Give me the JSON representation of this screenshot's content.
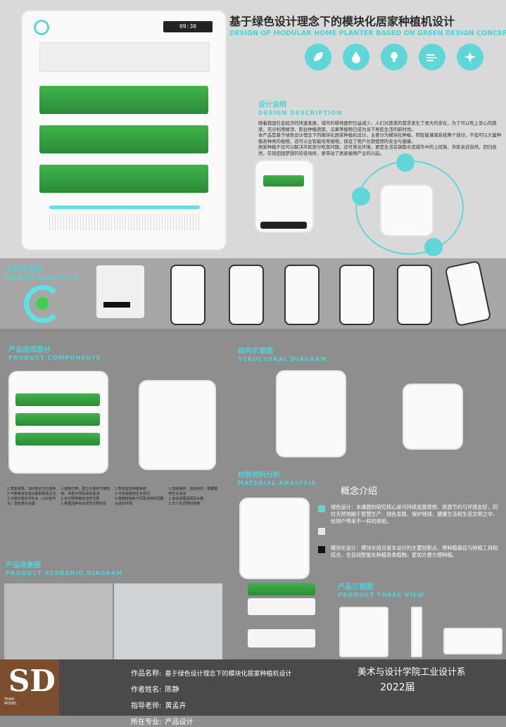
{
  "header": {
    "title_cn": "基于绿色设计理念下的模块化居家种植机设计",
    "title_en": "DESIGN OF MODULAR HOME PLANTER BASED ON GREEN DESIGN CONCEPT",
    "icons": [
      "leaf-icon",
      "water-drop-icon",
      "light-bulb-icon",
      "wind-icon",
      "sparkle-icon"
    ]
  },
  "device": {
    "display_time": "09:30"
  },
  "description": {
    "heading_cn": "设计说明",
    "heading_en": "DESIGN DESCRIPTION",
    "p1": "随着我国社会经济的快速发展，城市的耕地面积日益减少，人们对蔬菜的需求发生了很大的变化，为了可以吃上安心的蔬菜，充分利用楼顶、阳台种植蔬菜、瓜果等植物已成为当下居民生活的新时尚。",
    "p2": "本产品是基于绿色设计理念下的模块化居家种植机设计，主要分为模块化种植，和智能灌溉系统两个部分，不但可以大量种植各种类的植物，还可以全智能培育植物，保证了用户长期使用的安全与健康。",
    "p3": "居家种植不仅可以解决市民部分吃菜问题，还可美化环境，更是生活在钢筋水泥城市中的上班族、市民亲近自然，回归自然，实现田园梦想的较佳场所，更带动了居家植物产业的兴起。"
  },
  "hci": {
    "heading_cn": "人机交互图",
    "heading_en": "HUMAN COMPUTER"
  },
  "components": {
    "heading_cn": "产品组成部分",
    "heading_en": "PRODUCT COMPONENTS",
    "notes": [
      "1.智能灌溉，360度全方位滋养\n2.气雾栽培加湿功能助根系生长\n3.内循环模块节约水（100倍节水）智能排水设置",
      "1.植物灯带，建立光谱的节律控制，匹配不同阶段的需求\n2.补光照明模拟自然光照\n3.根据品种自动调节光照时长",
      "1.智能监控种植系统\n2.可查看植物生长情况\n3.根据植物的不同需求随时调整合适的环境",
      "1.智能保养，自动养护，根据植物生长状态\n2.自动清理滤网及水箱\n3.无人化式照料植物"
    ]
  },
  "structure": {
    "heading_cn": "结构示意图",
    "heading_en": "STRUCTURAL DIAGRAM"
  },
  "material": {
    "heading_cn": "材质材料分析",
    "heading_en": "MATERIAL ANALYSIS"
  },
  "concept": {
    "heading": "概念介绍",
    "p1": "绿色设计：本课题的研究核心是可持续发展思想、资源节约与环境友好，同时天然地融于智慧生产、绿色发展、保护地球、健康生活和生态文明之中，给用户带来不一样的体验。",
    "p2": "模块化设计：模块化组合是本设计的主要创新点，将种植器皿与种植工具相结合，全自动智能化种植各类植物，更加方便方便种植。",
    "swatches": [
      "#5fd7d9",
      "#e8e8e8",
      "#111111"
    ]
  },
  "scenario": {
    "heading_cn": "产品场景图",
    "heading_en": "PRODUCT SCENARIO DIAGRAM"
  },
  "threeview": {
    "heading_cn": "产品三视图",
    "heading_en": "PRODUCT THREE VIEW"
  },
  "footer": {
    "work_label": "作品名称:",
    "work_value": "基于绿色设计理念下的模块化居家种植机设计",
    "author_label": "作者姓名:",
    "author_value": "陈静",
    "advisor_label": "指导老师:",
    "advisor_value": "黄孟卉",
    "major_label": "所在专业:",
    "major_value": "产品设计",
    "dept": "美术与设计学院工业设计系",
    "year": "2022届",
    "logo_text": "SD",
    "logo_sub": "TEAM MODEL"
  },
  "colors": {
    "accent": "#5fd7d9",
    "plant": "#3fb34a",
    "footer": "#4a4a4a",
    "logo_bg": "#7b4e2f"
  }
}
